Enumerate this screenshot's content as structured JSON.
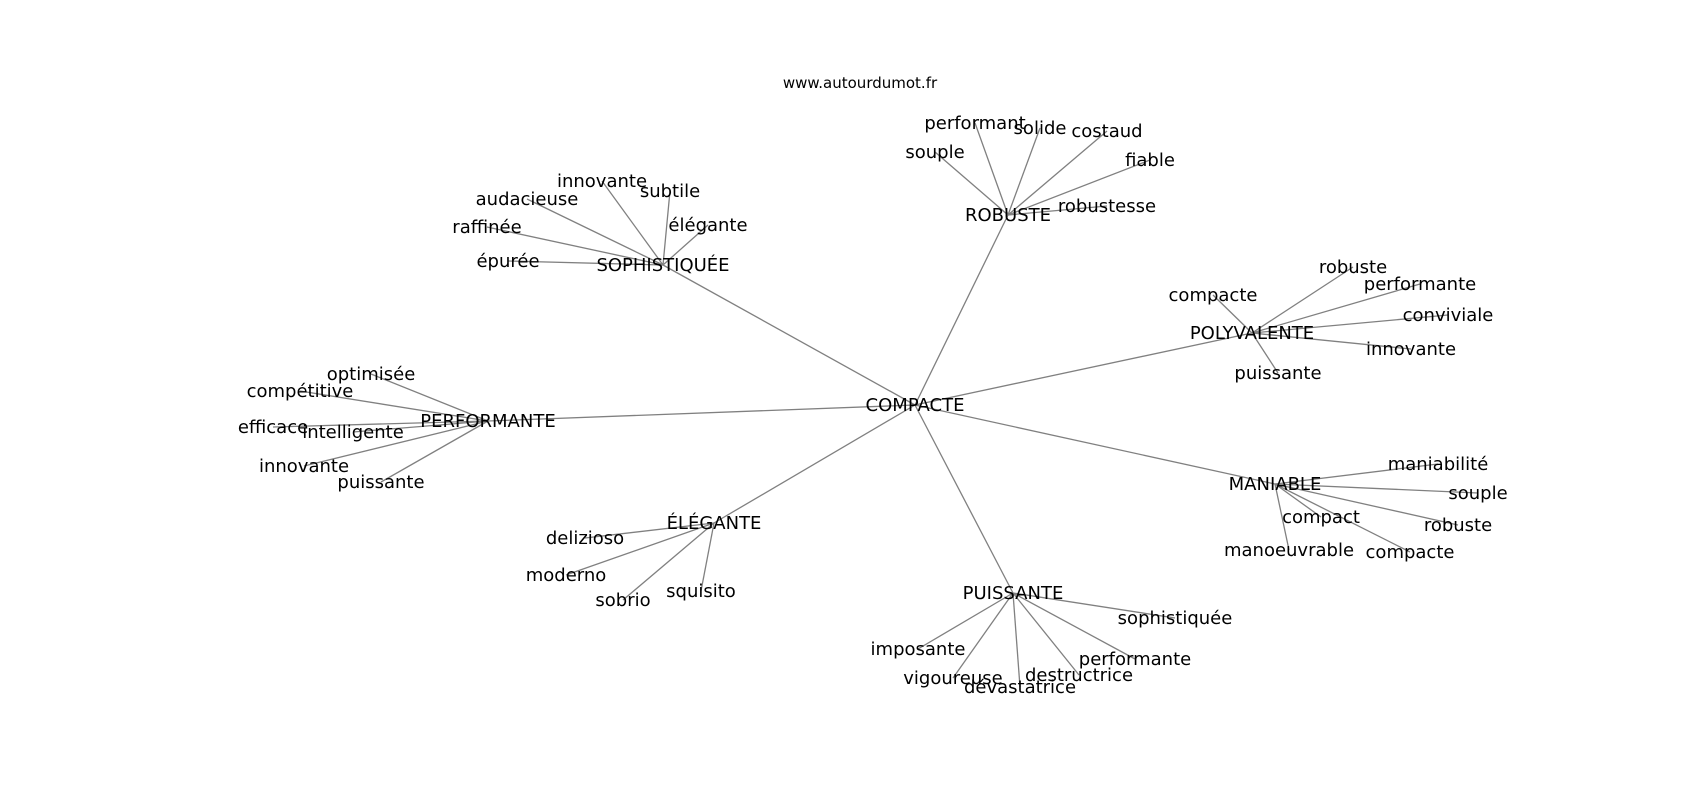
{
  "header": {
    "source": "www.autourdumot.fr"
  },
  "graph": {
    "root": "COMPACTE",
    "clusters": [
      {
        "label": "ROBUSTE",
        "words": [
          "performant",
          "solide",
          "costaud",
          "souple",
          "fiable",
          "robustesse"
        ]
      },
      {
        "label": "SOPHISTIQUÉE",
        "words": [
          "innovante",
          "subtile",
          "audacieuse",
          "raffinée",
          "élégante",
          "épurée"
        ]
      },
      {
        "label": "POLYVALENTE",
        "words": [
          "robuste",
          "performante",
          "compacte",
          "conviviale",
          "innovante",
          "puissante"
        ]
      },
      {
        "label": "PERFORMANTE",
        "words": [
          "optimisée",
          "compétitive",
          "efficace",
          "intelligente",
          "innovante",
          "puissante"
        ]
      },
      {
        "label": "MANIABLE",
        "words": [
          "maniabilité",
          "souple",
          "compact",
          "robuste",
          "manoeuvrable",
          "compacte"
        ]
      },
      {
        "label": "ÉLÉGANTE",
        "words": [
          "delizioso",
          "moderno",
          "sobrio",
          "squisito"
        ]
      },
      {
        "label": "PUISSANTE",
        "words": [
          "sophistiquée",
          "imposante",
          "performante",
          "destructrice",
          "vigoureuse",
          "dévastatrice"
        ]
      }
    ]
  }
}
